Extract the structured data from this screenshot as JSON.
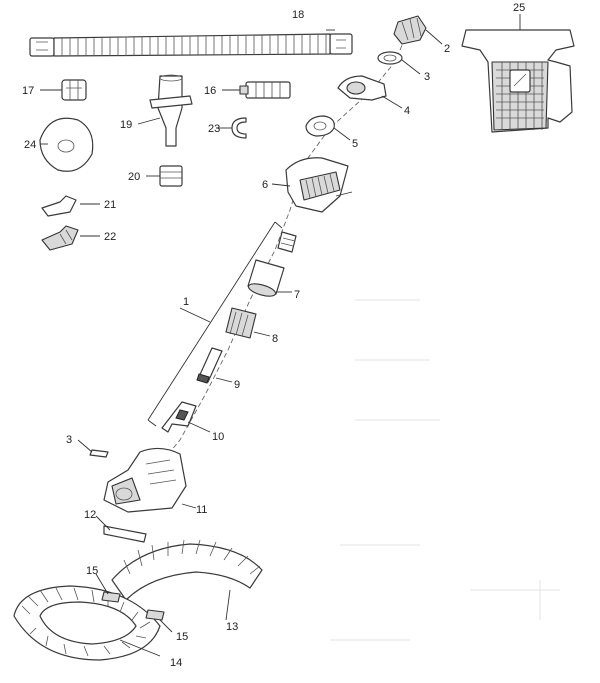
{
  "callouts": [
    {
      "id": "1",
      "label": "1"
    },
    {
      "id": "2",
      "label": "2"
    },
    {
      "id": "3a",
      "label": "3"
    },
    {
      "id": "3b",
      "label": "3"
    },
    {
      "id": "4",
      "label": "4"
    },
    {
      "id": "5",
      "label": "5"
    },
    {
      "id": "6",
      "label": "6"
    },
    {
      "id": "7",
      "label": "7"
    },
    {
      "id": "8",
      "label": "8"
    },
    {
      "id": "9",
      "label": "9"
    },
    {
      "id": "10",
      "label": "10"
    },
    {
      "id": "11",
      "label": "11"
    },
    {
      "id": "12",
      "label": "12"
    },
    {
      "id": "13",
      "label": "13"
    },
    {
      "id": "14",
      "label": "14"
    },
    {
      "id": "15a",
      "label": "15"
    },
    {
      "id": "15b",
      "label": "15"
    },
    {
      "id": "16",
      "label": "16"
    },
    {
      "id": "17",
      "label": "17"
    },
    {
      "id": "18",
      "label": "18"
    },
    {
      "id": "19",
      "label": "19"
    },
    {
      "id": "20",
      "label": "20"
    },
    {
      "id": "21",
      "label": "21"
    },
    {
      "id": "22",
      "label": "22"
    },
    {
      "id": "23",
      "label": "23"
    },
    {
      "id": "24",
      "label": "24"
    },
    {
      "id": "25",
      "label": "25"
    }
  ]
}
